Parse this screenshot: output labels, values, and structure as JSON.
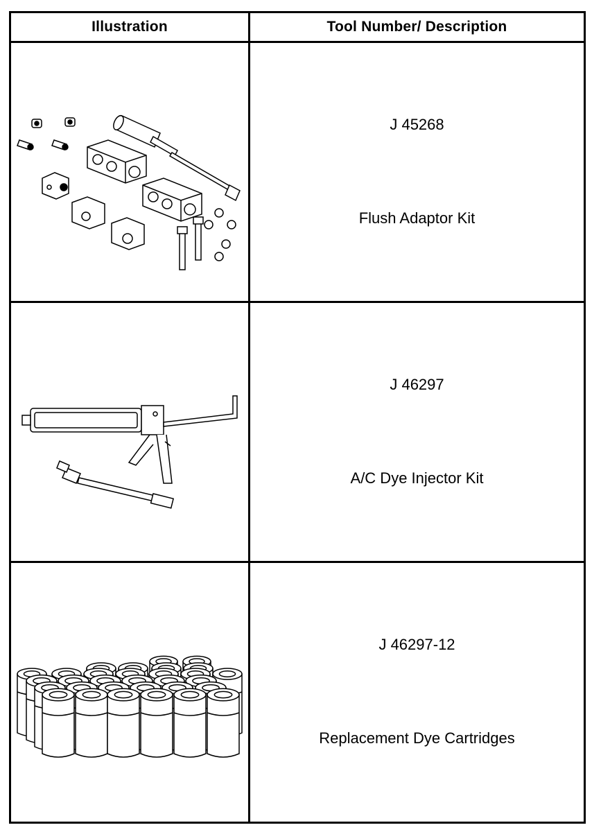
{
  "table": {
    "headers": {
      "illustration": "Illustration",
      "description": "Tool Number/ Description"
    },
    "rows": [
      {
        "tool_number": "J 45268",
        "description": "Flush Adaptor Kit",
        "illustration_icon": "flush-adaptor-kit-drawing"
      },
      {
        "tool_number": "J 46297",
        "description": "A/C Dye Injector Kit",
        "illustration_icon": "dye-injector-gun-drawing"
      },
      {
        "tool_number": "J 46297-12",
        "description": "Replacement Dye Cartridges",
        "illustration_icon": "dye-cartridges-drawing"
      }
    ]
  }
}
